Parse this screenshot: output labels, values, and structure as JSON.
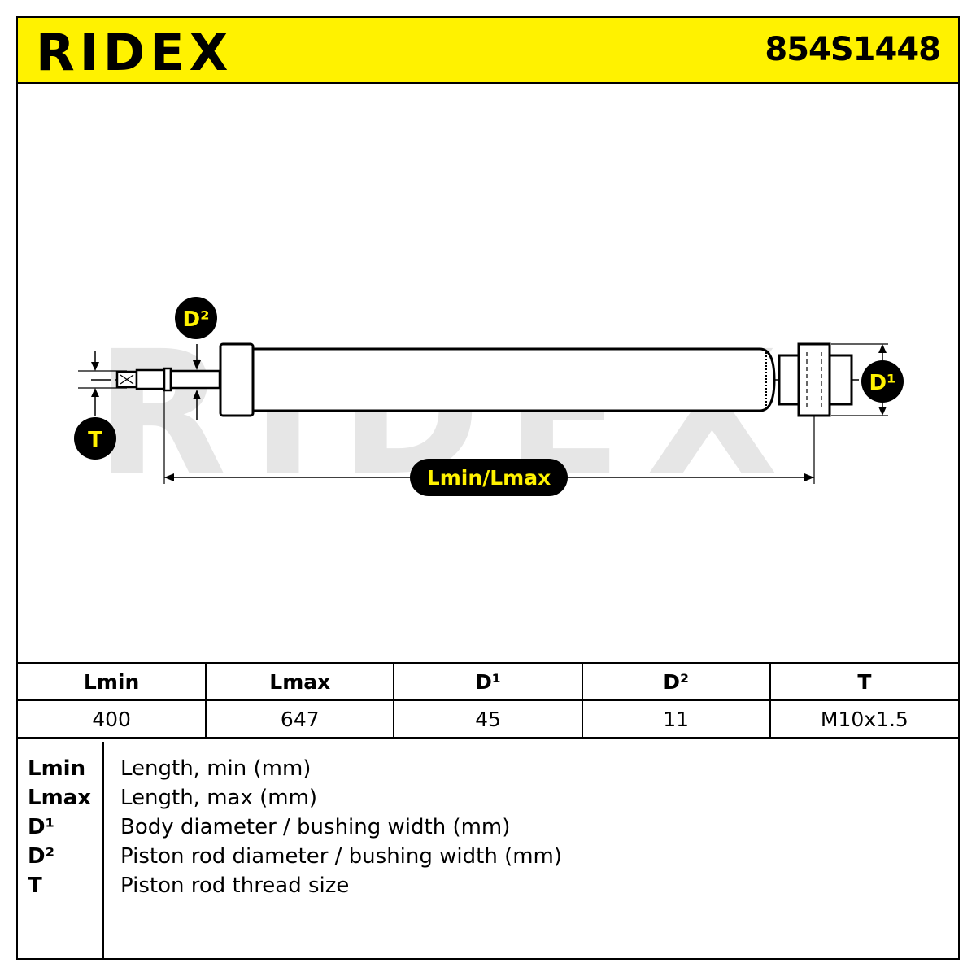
{
  "header": {
    "brand": "RIDEX",
    "part_number": "854S1448",
    "accent_color": "#fff200"
  },
  "drawing": {
    "watermark": "RIDEX",
    "labels": {
      "d2": "D²",
      "d1": "D¹",
      "t": "T",
      "length": "Lmin/Lmax"
    }
  },
  "specs": {
    "headers": [
      "Lmin",
      "Lmax",
      "D¹",
      "D²",
      "T"
    ],
    "values": [
      "400",
      "647",
      "45",
      "11",
      "M10x1.5"
    ]
  },
  "legend": [
    {
      "key": "Lmin",
      "desc": "Length, min (mm)"
    },
    {
      "key": "Lmax",
      "desc": "Length, max (mm)"
    },
    {
      "key": "D¹",
      "desc": "Body diameter / bushing width (mm)"
    },
    {
      "key": "D²",
      "desc": "Piston rod diameter / bushing width (mm)"
    },
    {
      "key": "T",
      "desc": "Piston rod thread size"
    }
  ]
}
